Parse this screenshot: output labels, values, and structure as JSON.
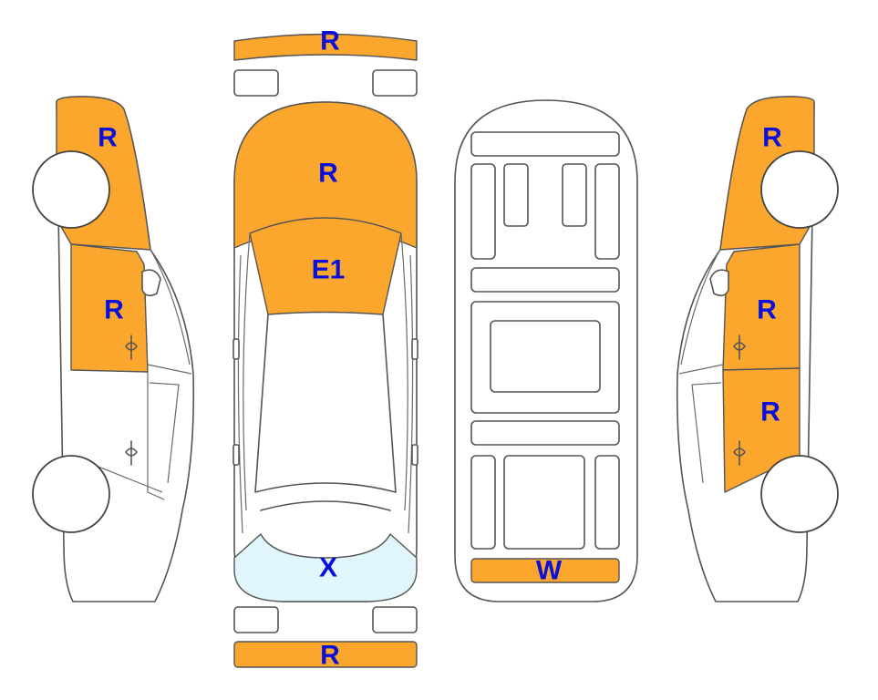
{
  "colors": {
    "damage_fill": "#FBA72E",
    "glass_fill": "#E1F5FC",
    "code_text": "#0A10D8",
    "outline": "#555555"
  },
  "zones": {
    "front_bumper": {
      "code": "R",
      "fill": "damage"
    },
    "hood": {
      "code": "R",
      "fill": "damage"
    },
    "windshield": {
      "code": "E1",
      "fill": "damage"
    },
    "rear_window": {
      "code": "X",
      "fill": "glass"
    },
    "rear_bumper": {
      "code": "R",
      "fill": "damage"
    },
    "underbody_rear": {
      "code": "W",
      "fill": "damage"
    },
    "left_front_fender": {
      "code": "R",
      "fill": "damage"
    },
    "left_front_door": {
      "code": "R",
      "fill": "damage"
    },
    "right_front_fender": {
      "code": "R",
      "fill": "damage"
    },
    "right_front_door": {
      "code": "R",
      "fill": "damage"
    },
    "right_rear_door": {
      "code": "R",
      "fill": "damage"
    }
  }
}
